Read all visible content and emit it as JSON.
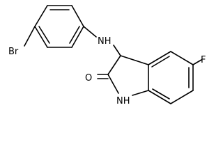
{
  "atoms": {
    "br": "Br",
    "nh_amine": "NH",
    "f": "F",
    "o": "O",
    "nh_ring": "NH"
  }
}
